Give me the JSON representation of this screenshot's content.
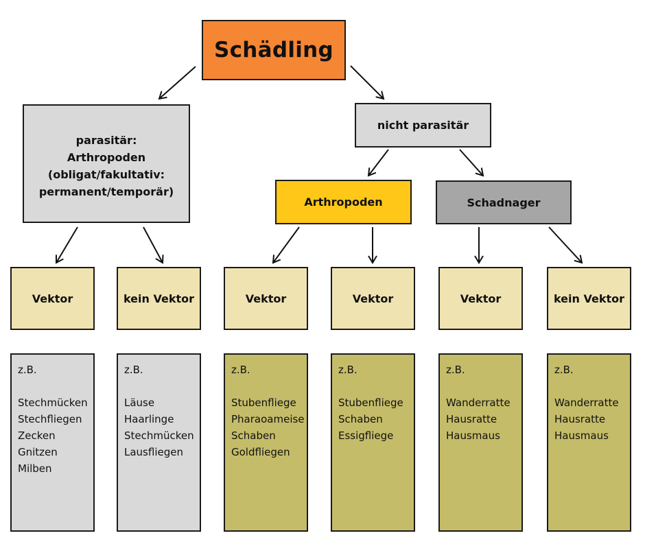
{
  "diagram": {
    "root": {
      "label": "Schädling",
      "color": "#F58634"
    },
    "level1": [
      {
        "id": "parasitaer",
        "lines": [
          "parasitär:",
          "Arthropoden",
          "(obligat/fakultativ:",
          "permanent/temporär)"
        ],
        "color": "#D9D9D9"
      },
      {
        "id": "nicht-parasitaer",
        "label": "nicht parasitär",
        "color": "#D9D9D9"
      }
    ],
    "level2": [
      {
        "id": "arthropoden",
        "label": "Arthropoden",
        "color": "#FFC718"
      },
      {
        "id": "schadnager",
        "label": "Schadnager",
        "color": "#A6A6A6"
      }
    ],
    "vektor_row": [
      {
        "label": "Vektor"
      },
      {
        "label": "kein Vektor"
      },
      {
        "label": "Vektor"
      },
      {
        "label": "Vektor"
      },
      {
        "label": "Vektor"
      },
      {
        "label": "kein Vektor"
      }
    ],
    "vektor_color": "#F0E3B2",
    "examples": [
      {
        "prefix": "z.B.",
        "items": [
          "Stechmücken",
          "Stechfliegen",
          "Zecken",
          "Gnitzen",
          "Milben"
        ],
        "color": "#D9D9D9"
      },
      {
        "prefix": "z.B.",
        "items": [
          "Läuse",
          "Haarlinge",
          "Stechmücken",
          "Lausfliegen"
        ],
        "color": "#D9D9D9"
      },
      {
        "prefix": "z.B.",
        "items": [
          "Stubenfliege",
          "Pharaoameise",
          "Schaben",
          "Goldfliegen"
        ],
        "color": "#C4BC69"
      },
      {
        "prefix": "z.B.",
        "items": [
          "Stubenfliege",
          "Schaben",
          "Essigfliege"
        ],
        "color": "#C4BC69"
      },
      {
        "prefix": "z.B.",
        "items": [
          "Wanderratte",
          "Hausratte",
          "Hausmaus"
        ],
        "color": "#C4BC69"
      },
      {
        "prefix": "z.B.",
        "items": [
          "Wanderratte",
          "Hausratte",
          "Hausmaus"
        ],
        "color": "#C4BC69"
      }
    ],
    "edges": [
      [
        "Schädling",
        "parasitär"
      ],
      [
        "Schädling",
        "nicht parasitär"
      ],
      [
        "parasitär",
        "Vektor"
      ],
      [
        "parasitär",
        "kein Vektor"
      ],
      [
        "nicht parasitär",
        "Arthropoden"
      ],
      [
        "nicht parasitär",
        "Schadnager"
      ],
      [
        "Arthropoden",
        "Vektor"
      ],
      [
        "Arthropoden",
        "Vektor"
      ],
      [
        "Schadnager",
        "Vektor"
      ],
      [
        "Schadnager",
        "kein Vektor"
      ]
    ]
  }
}
